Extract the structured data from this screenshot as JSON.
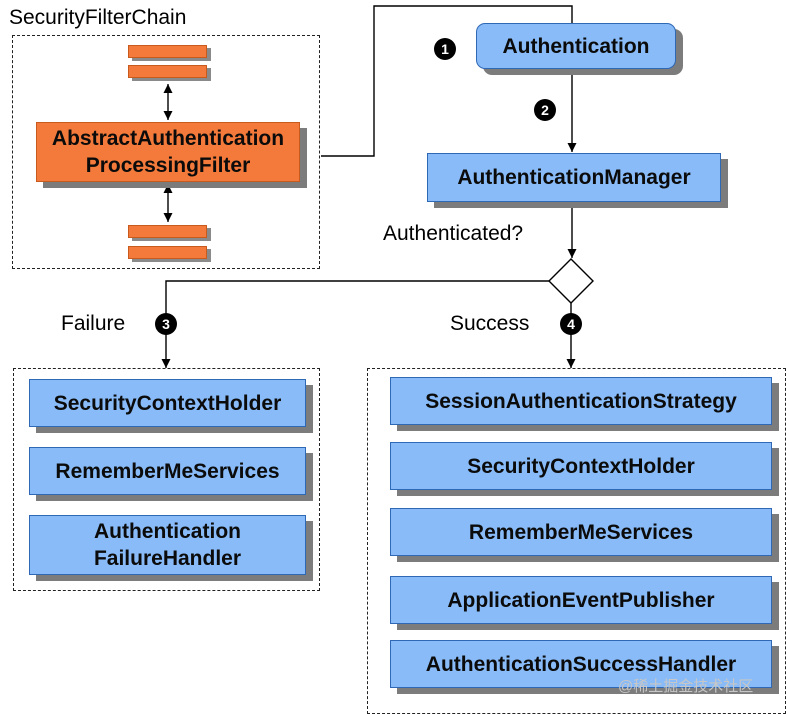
{
  "diagram": {
    "filter_chain_title": "SecurityFilterChain",
    "filter_box_line1": "AbstractAuthentication",
    "filter_box_line2": "ProcessingFilter",
    "authentication": "Authentication",
    "authentication_manager": "AuthenticationManager",
    "decision_question": "Authenticated?",
    "failure_label": "Failure",
    "success_label": "Success",
    "steps": {
      "one": "1",
      "two": "2",
      "three": "3",
      "four": "4"
    },
    "failure_handlers": {
      "security_context_holder": "SecurityContextHolder",
      "remember_me_services": "RememberMeServices",
      "failure_handler_line1": "Authentication",
      "failure_handler_line2": "FailureHandler"
    },
    "success_handlers": {
      "session_strategy": "SessionAuthenticationStrategy",
      "security_context_holder": "SecurityContextHolder",
      "remember_me_services": "RememberMeServices",
      "event_publisher": "ApplicationEventPublisher",
      "success_handler": "AuthenticationSuccessHandler"
    },
    "watermark": "@稀土掘金技术社区"
  },
  "colors": {
    "blue_box": "#88bbf7",
    "orange_box": "#f37a3b",
    "shadow": "#7c7c7c"
  }
}
